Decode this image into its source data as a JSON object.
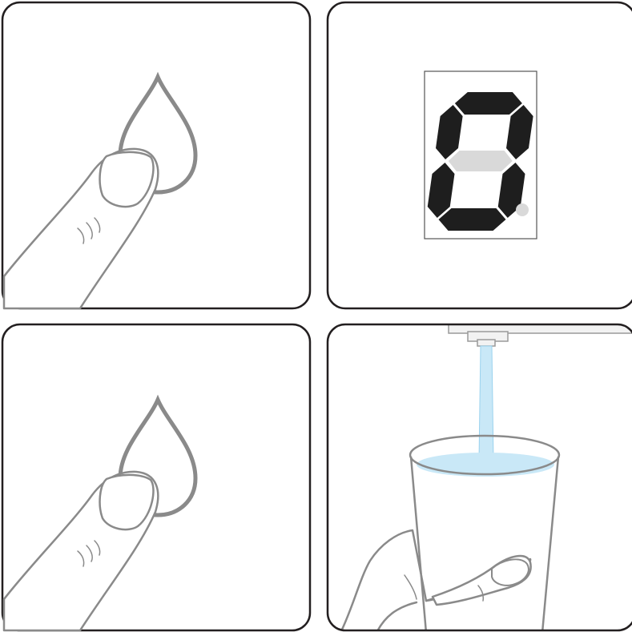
{
  "colors": {
    "background": "#ffffff",
    "panel_border": "#231f20",
    "drop_outline": "#8a8a8a",
    "hand_outline": "#8a8a8a",
    "finger_fill": "#ffffff",
    "display_segment_on": "#1e1e1e",
    "display_segment_off": "#d9d9d9",
    "display_frame": "#555555",
    "water": "#c9e8f7",
    "water_edge": "#9ad2ee",
    "cup_outline": "#8a8a8a",
    "tap": "#f2f2f2"
  },
  "panels": [
    {
      "step": 1,
      "icon": "finger-touch-drop-icon"
    },
    {
      "step": 2,
      "icon": "seven-segment-display-icon"
    },
    {
      "step": 3,
      "icon": "finger-touch-drop-icon"
    },
    {
      "step": 4,
      "icon": "water-dispensing-into-cup-icon"
    }
  ],
  "display": {
    "digit": "0",
    "segments_on": [
      "a",
      "b",
      "c",
      "d",
      "e",
      "f"
    ],
    "segments_off": [
      "g"
    ],
    "decimal_point_on": false
  }
}
